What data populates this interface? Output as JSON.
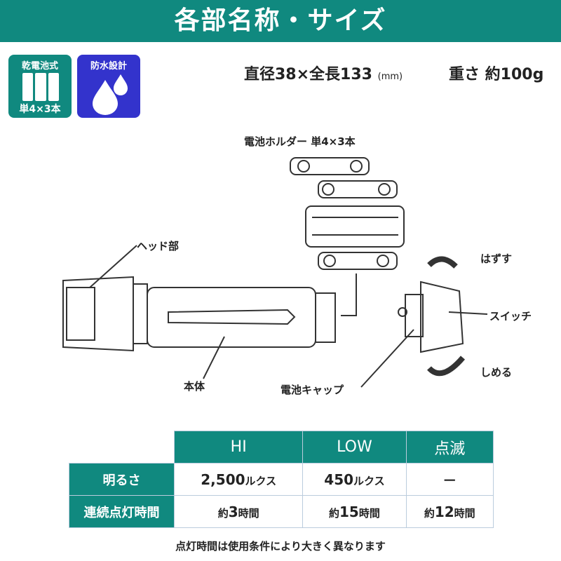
{
  "title": "各部名称・サイズ",
  "badges": {
    "battery": {
      "top": "乾電池式",
      "bottom": "単4×3本"
    },
    "waterproof": {
      "top": "防水設計"
    }
  },
  "spec": {
    "size": "直径38×全長133",
    "unit": "(mm)",
    "weight": "重さ 約100g"
  },
  "labels": {
    "battery_holder": "電池ホルダー 単4×3本",
    "head": "ヘッド部",
    "body": "本体",
    "cap": "電池キャップ",
    "remove": "はずす",
    "switch": "スイッチ",
    "tighten": "しめる"
  },
  "table": {
    "columns": [
      "HI",
      "LOW",
      "点滅"
    ],
    "rows": [
      {
        "label": "明るさ",
        "cells": [
          {
            "v": "2,500",
            "u": "ルクス"
          },
          {
            "v": "450",
            "u": "ルクス"
          },
          {
            "v": "－",
            "u": ""
          }
        ]
      },
      {
        "label": "連続点灯時間",
        "cells": [
          {
            "p": "約",
            "v": "3",
            "u": "時間"
          },
          {
            "p": "約",
            "v": "15",
            "u": "時間"
          },
          {
            "p": "約",
            "v": "12",
            "u": "時間"
          }
        ]
      }
    ]
  },
  "note": "点灯時間は使用条件により大きく異なります",
  "colors": {
    "teal": "#10897f",
    "blue": "#3333cc"
  }
}
